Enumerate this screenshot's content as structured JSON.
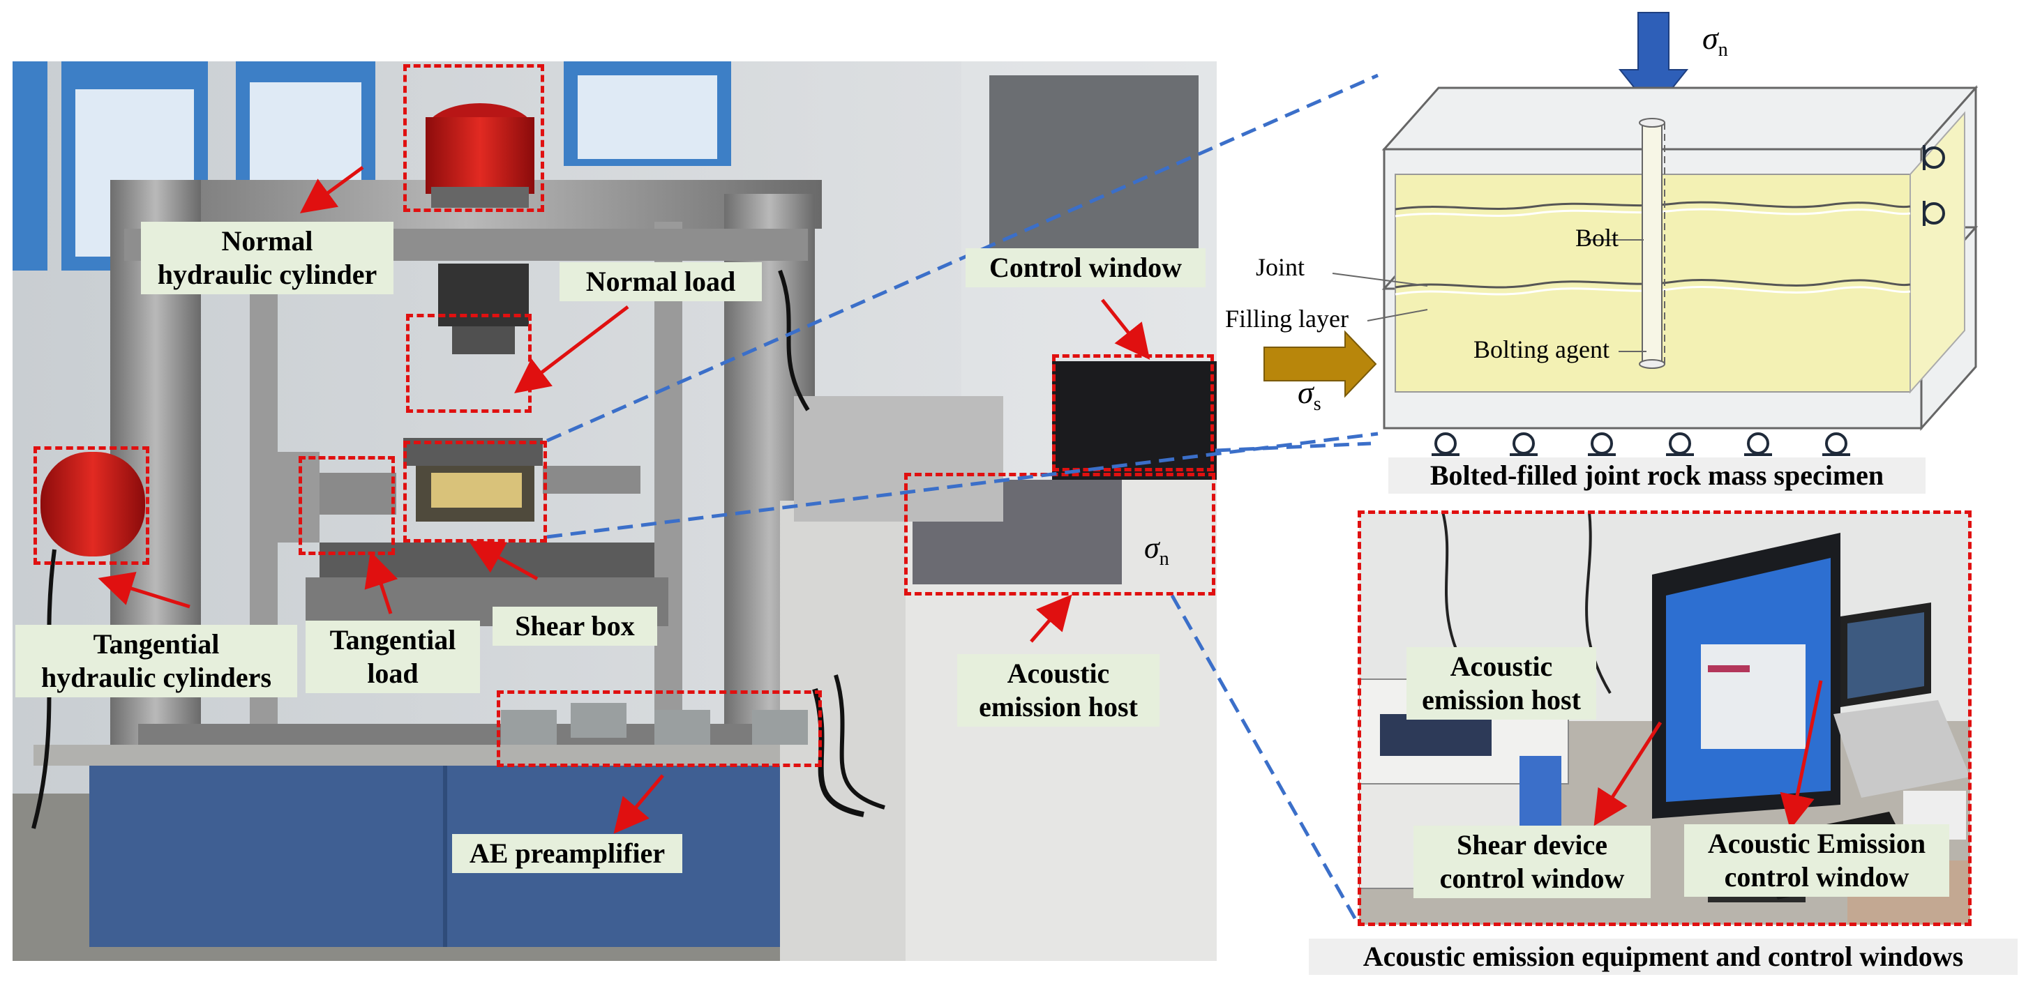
{
  "left_photo_labels": {
    "normal_cylinder": [
      "Normal",
      "hydraulic cylinder"
    ],
    "normal_load": "Normal load",
    "control_window": "Control window",
    "tangential_cylinders": [
      "Tangential",
      "hydraulic cylinders"
    ],
    "tangential_load": [
      "Tangential",
      "load"
    ],
    "shear_box": "Shear box",
    "acoustic_host": [
      "Acoustic",
      "emission host"
    ],
    "ae_preamplifier": "AE preamplifier",
    "sigma": "σ",
    "sigma_sub": "n"
  },
  "diagram": {
    "sigma_n": "σ",
    "sigma_n_sub": "n",
    "sigma_s": "σ",
    "sigma_s_sub": "s",
    "joint": "Joint",
    "filling_layer": "Filling layer",
    "bolt": "Bolt",
    "bolting_agent": "Bolting agent",
    "caption": "Bolted-filled joint rock mass specimen"
  },
  "inset_labels": {
    "acoustic_host": [
      "Acoustic",
      "emission host"
    ],
    "shear_window": [
      "Shear device",
      "control window"
    ],
    "ae_window": [
      "Acoustic Emission",
      "control window"
    ],
    "caption": "Acoustic emission equipment and control windows"
  },
  "colors": {
    "dashed_red": "#e01010",
    "blue_dashed": "#3b6fc9",
    "label_bg": "#e6efdc",
    "specimen_fill": "#f3f1b4",
    "arrow_blue": "#2e5fb8",
    "arrow_gold": "#b8860b"
  }
}
